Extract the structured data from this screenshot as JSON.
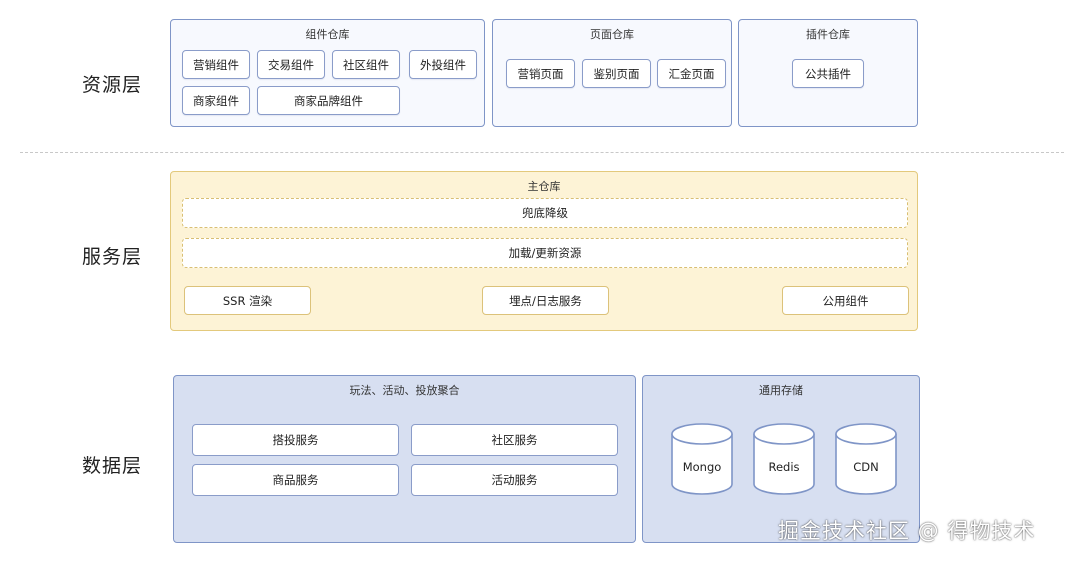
{
  "layers": {
    "resource": "资源层",
    "service": "服务层",
    "data": "数据层"
  },
  "resource": {
    "component_repo": {
      "title": "组件仓库",
      "items": [
        "营销组件",
        "交易组件",
        "社区组件",
        "外投组件",
        "商家组件",
        "商家品牌组件"
      ]
    },
    "page_repo": {
      "title": "页面仓库",
      "items": [
        "营销页面",
        "鉴别页面",
        "汇金页面"
      ]
    },
    "plugin_repo": {
      "title": "插件仓库",
      "items": [
        "公共插件"
      ]
    }
  },
  "service": {
    "title": "主仓库",
    "bars": [
      "兜底降级",
      "加载/更新资源"
    ],
    "items": [
      "SSR 渲染",
      "埋点/日志服务",
      "公用组件"
    ]
  },
  "data": {
    "aggregation": {
      "title": "玩法、活动、投放聚合",
      "items": [
        "搭投服务",
        "社区服务",
        "商品服务",
        "活动服务"
      ]
    },
    "storage": {
      "title": "通用存储",
      "items": [
        "Mongo",
        "Redis",
        "CDN"
      ]
    }
  },
  "watermark": "掘金技术社区 @ 得物技术",
  "colors": {
    "blue_border": "#7f95c7",
    "yellow_fill": "#fdf3d6",
    "yellow_border": "#e3c97c",
    "data_fill": "#d7dff1"
  }
}
